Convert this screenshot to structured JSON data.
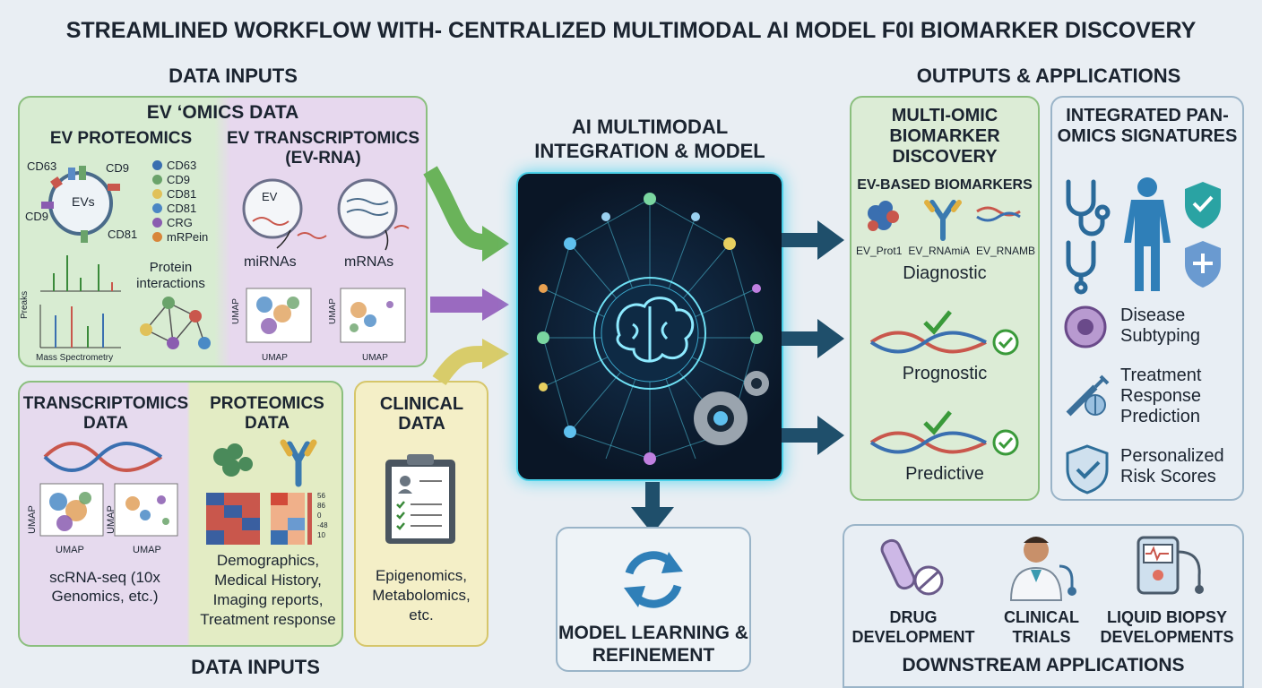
{
  "title": "STREAMLINED WORKFLOW WITH- CENTRALIZED MULTIMODAL AI MODEL F0I BIOMARKER DISCOVERY",
  "inputs": {
    "title_top": "DATA INPUTS",
    "title_bottom": "DATA INPUTS",
    "ev_omics": {
      "title": "EV ‘OMICS DATA",
      "proteomics": {
        "title": "EV PROTEOMICS",
        "vesicle_label": "EVs",
        "markers": [
          "CD63",
          "CD9",
          "CD9",
          "CD81"
        ],
        "legend": [
          "CD63",
          "CD9",
          "CD81",
          "CD81",
          "CRG",
          "mRPein"
        ],
        "spectra_label": "Mass Spectrometry",
        "peaks_label": "Preaks",
        "interactions": "Protein interactions"
      },
      "transcriptomics": {
        "title": "EV TRANSCRIPTOMICS (EV-RNA)",
        "ev_label": "EV",
        "mirnas": "miRNAs",
        "mrnas": "mRNAs",
        "umap": "UMAP"
      }
    },
    "transcriptomics": {
      "title": "TRANSCRIPTOMICS DATA",
      "umap": "UMAP",
      "desc": "scRNA-seq (10x Genomics, etc.)"
    },
    "proteomics": {
      "title": "PROTEOMICS DATA",
      "scale": [
        "56",
        "86",
        "0",
        "-48",
        "10"
      ],
      "desc": "Demographics, Medical History, Imaging reports, Treatment response"
    },
    "clinical": {
      "title": "CLINICAL DATA",
      "desc": "Epigenomics, Metabolomics, etc."
    }
  },
  "model": {
    "title": "AI MULTIMODAL INTEGRATION & MODEL",
    "learning": "MODEL LEARNING & REFINEMENT"
  },
  "outputs": {
    "title": "OUTPUTS & APPLICATIONS",
    "biomarker": {
      "title": "MULTI-OMIC BIOMARKER DISCOVERY",
      "ev_title": "EV-BASED BIOMARKERS",
      "ev_labels": [
        "EV_Prot1",
        "EV_RNAmiA",
        "EV_RNAMB"
      ],
      "diagnostic": "Diagnostic",
      "prognostic": "Prognostic",
      "predictive": "Predictive"
    },
    "panomics": {
      "title": "INTEGRATED PAN-OMICS SIGNATURES",
      "items": [
        "Disease Subtyping",
        "Treatment Response Prediction",
        "Personalized Risk Scores"
      ]
    },
    "downstream": {
      "title": "DOWNSTREAM APPLICATIONS",
      "items": [
        "DRUG DEVELOPMENT",
        "CLINICAL TRIALS",
        "LIQUID BIOPSY DEVELOPMENTS"
      ]
    }
  },
  "colors": {
    "green": "#d9ecd3",
    "purple": "#e6daee",
    "yellow": "#f4efc7",
    "ai_bg": "#0d1b2e",
    "arrow_dark": "#1f4f6b"
  }
}
